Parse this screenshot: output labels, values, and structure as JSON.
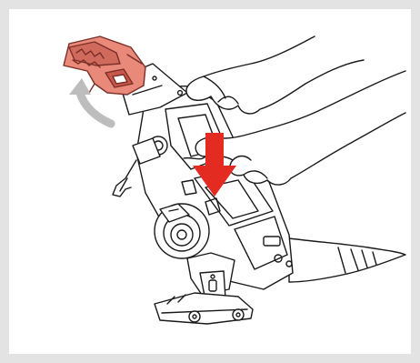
{
  "illustration": {
    "kind": "instruction-step",
    "steps": [
      {
        "action": "rotate-head-up",
        "icon": "curved-arrow-icon"
      },
      {
        "action": "push-down",
        "icon": "down-arrow-icon"
      }
    ]
  },
  "colors": {
    "background_frame": "#e3e3e3",
    "panel": "#ffffff",
    "line": "#1a1a1a",
    "highlight_part": "#e8897a",
    "highlight_part_dark": "#c9574b",
    "push_arrow": "#e32b22",
    "rotate_arrow": "#bdbdbd"
  }
}
